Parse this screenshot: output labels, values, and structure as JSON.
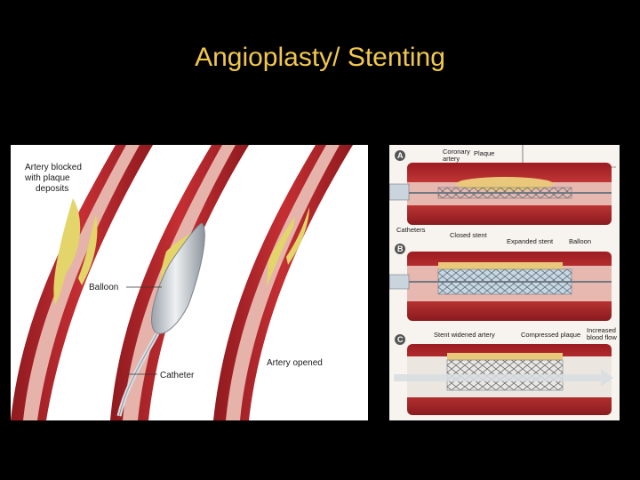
{
  "slide": {
    "title": "Angioplasty/ Stenting"
  },
  "left_figure": {
    "label_blocked": "Artery blocked\nwith plaque\ndeposits",
    "label_balloon": "Balloon",
    "label_catheter": "Catheter",
    "label_opened": "Artery opened"
  },
  "right_figure": {
    "step_a": "A",
    "step_b": "B",
    "step_c": "C",
    "label_coronary_artery": "Coronary\nartery",
    "label_plaque": "Plaque",
    "label_catheters": "Catheters",
    "label_closed_stent": "Closed stent",
    "label_expanded_stent": "Expanded stent",
    "label_balloon": "Balloon",
    "label_stent_widened_artery": "Stent widened artery",
    "label_compressed_plaque": "Compressed plaque",
    "label_increased_blood_flow": "Increased\nblood flow"
  },
  "colors": {
    "title": "#f2c84b",
    "background": "#000000",
    "artery_wall": "#b8262b",
    "artery_lumen": "#dba7a0",
    "plaque": "#e3d56a",
    "balloon": "#c9cdd1"
  }
}
